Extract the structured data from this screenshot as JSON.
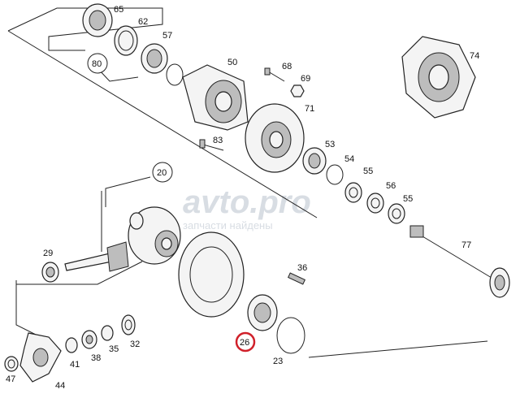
{
  "labels": {
    "p65": "65",
    "p62": "62",
    "p57": "57",
    "p80": "80",
    "p50": "50",
    "p68": "68",
    "p69": "69",
    "p74": "74",
    "p71": "71",
    "p83": "83",
    "p53": "53",
    "p54": "54",
    "p55a": "55",
    "p56": "56",
    "p55b": "55",
    "p20": "20",
    "p77": "77",
    "p29": "29",
    "p36": "36",
    "p32": "32",
    "p35": "35",
    "p38": "38",
    "p41": "41",
    "p26": "26",
    "p23": "23",
    "p47": "47",
    "p44": "44"
  },
  "watermark": {
    "brand": "avto.pro",
    "tagline": "запчасти найдены"
  },
  "colors": {
    "line": "#222222",
    "highlight": "#d0202a",
    "watermark": "#d8dde3"
  }
}
